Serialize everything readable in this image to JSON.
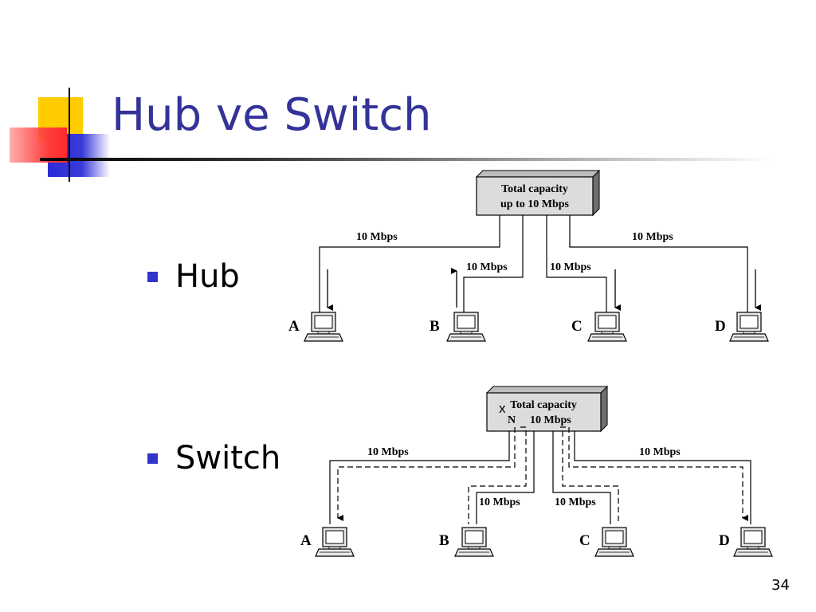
{
  "slide": {
    "title": "Hub ve Switch",
    "bullets": [
      "Hub",
      "Switch"
    ],
    "page_number": "34"
  },
  "hub": {
    "box_line1": "Total capacity",
    "box_line2": "up to 10 Mbps",
    "links": [
      "10 Mbps",
      "10 Mbps",
      "10 Mbps",
      "10 Mbps"
    ],
    "stations": [
      "A",
      "B",
      "C",
      "D"
    ]
  },
  "switch": {
    "box_line1": "Total capacity",
    "box_line2_n": "N",
    "box_line2_rate": "10 Mbps",
    "box_mark": "x",
    "links": [
      "10 Mbps",
      "10 Mbps",
      "10 Mbps",
      "10 Mbps"
    ],
    "stations": [
      "A",
      "B",
      "C",
      "D"
    ]
  },
  "colors": {
    "title": "#333399",
    "bullet": "#3333cc",
    "deco_yellow": "#ffcc00",
    "deco_red": "#ff3333",
    "deco_blue": "#3333cc"
  }
}
